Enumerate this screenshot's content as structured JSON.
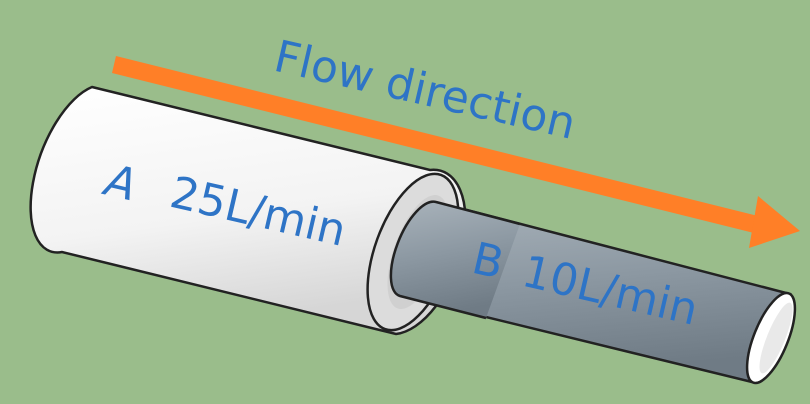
{
  "diagram": {
    "arrow_label": "Flow direction",
    "pipe_a": {
      "name": "A",
      "flow": "25L/min"
    },
    "pipe_b": {
      "name": "B",
      "flow": "10L/min"
    }
  },
  "colors": {
    "background": "#9abd8b",
    "arrow": "#ff7f27",
    "text": "#2e74c6",
    "pipe_a_body": "#f4f4f4",
    "pipe_b_body": "#8e9aa4",
    "outline": "#222222"
  }
}
